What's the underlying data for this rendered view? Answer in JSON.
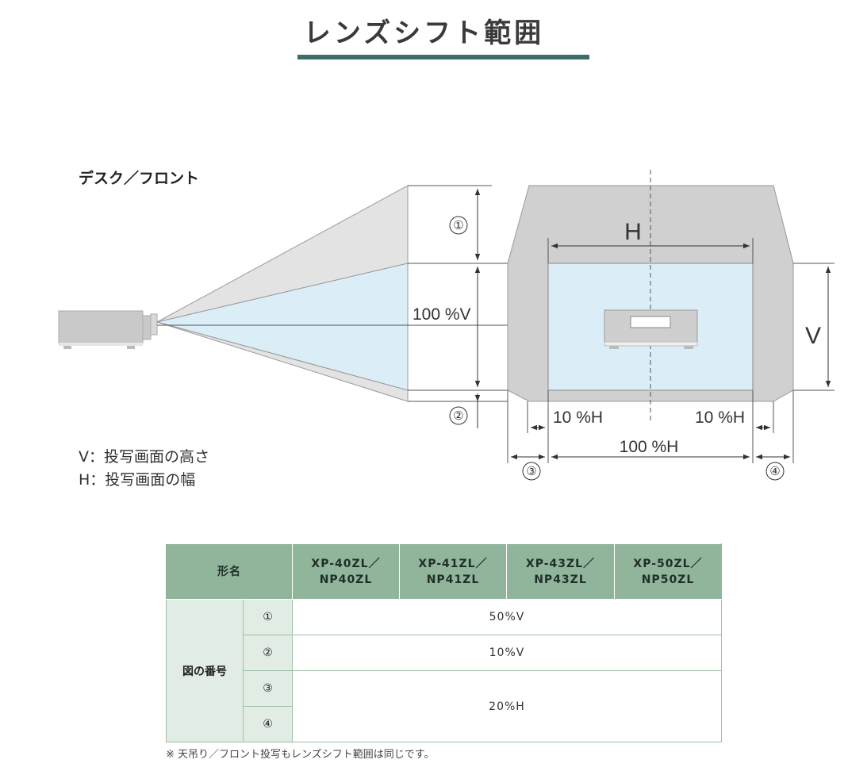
{
  "title": "レンズシフト範囲",
  "section_label": "デスク／フロント",
  "diagram": {
    "labels": {
      "circle_1": "①",
      "circle_2": "②",
      "circle_3": "③",
      "circle_4": "④",
      "v_percent": "100 %V",
      "h_letter": "H",
      "v_letter": "V",
      "h_left_10": "10 %H",
      "h_right_10": "10 %H",
      "h_100": "100 %H"
    }
  },
  "legend": [
    "V：投写画面の高さ",
    "H：投写画面の幅"
  ],
  "table": {
    "header_model": "形名",
    "models": [
      {
        "line1": "XP-40ZL／",
        "line2": "NP40ZL"
      },
      {
        "line1": "XP-41ZL／",
        "line2": "NP41ZL"
      },
      {
        "line1": "XP-43ZL／",
        "line2": "NP43ZL"
      },
      {
        "line1": "XP-50ZL／",
        "line2": "NP50ZL"
      }
    ],
    "row_header": "図の番号",
    "rows": [
      {
        "num": "①",
        "value": "50%V"
      },
      {
        "num": "②",
        "value": "10%V"
      },
      {
        "num": "③",
        "value": "20%H"
      },
      {
        "num": "④"
      }
    ]
  },
  "footnote": "※ 天吊り／フロント投写もレンズシフト範囲は同じです。",
  "colors": {
    "accent": "#3d6d69",
    "table_header": "#90b59b",
    "table_row_header": "#e1ece5",
    "screen_fill": "#dbeef8",
    "shift_area_fill": "#d0d0d0"
  }
}
